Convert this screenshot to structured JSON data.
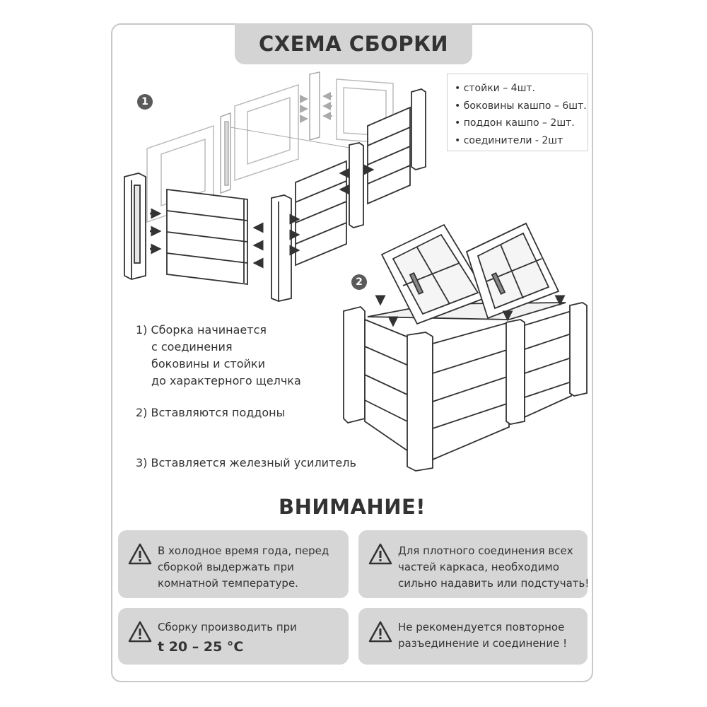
{
  "title": "СХЕМА СБОРКИ",
  "parts": [
    "• стойки – 4шт.",
    "• боковины кашпо – 6шт.",
    "• поддон кашпо – 2шт.",
    "• соединители - 2шт"
  ],
  "step_markers": [
    "1",
    "2"
  ],
  "steps": [
    [
      "1)  Сборка начинается",
      "с соединения",
      "боковины и стойки",
      "до характерного щелчка"
    ],
    [
      "2)  Вставляются поддоны"
    ],
    [
      "3)   Вставляется железный усилитель"
    ]
  ],
  "attention_title": "ВНИМАНИЕ!",
  "warnings": [
    {
      "lines": [
        "В холодное время года, перед",
        "сборкой выдержать при",
        "комнатной температуре."
      ]
    },
    {
      "lines": [
        "Для плотного соединения всех",
        "частей каркаса, необходимо",
        "сильно надавить или подстучать!"
      ]
    },
    {
      "lines": [
        "Сборку производить при"
      ],
      "emphasis": "t 20 – 25 °C"
    },
    {
      "lines": [
        "Не рекомендуется повторное",
        "разъединение и соединение !"
      ]
    }
  ],
  "icons": {
    "warning": "warning-triangle-icon",
    "arrow": "arrow-icon"
  }
}
